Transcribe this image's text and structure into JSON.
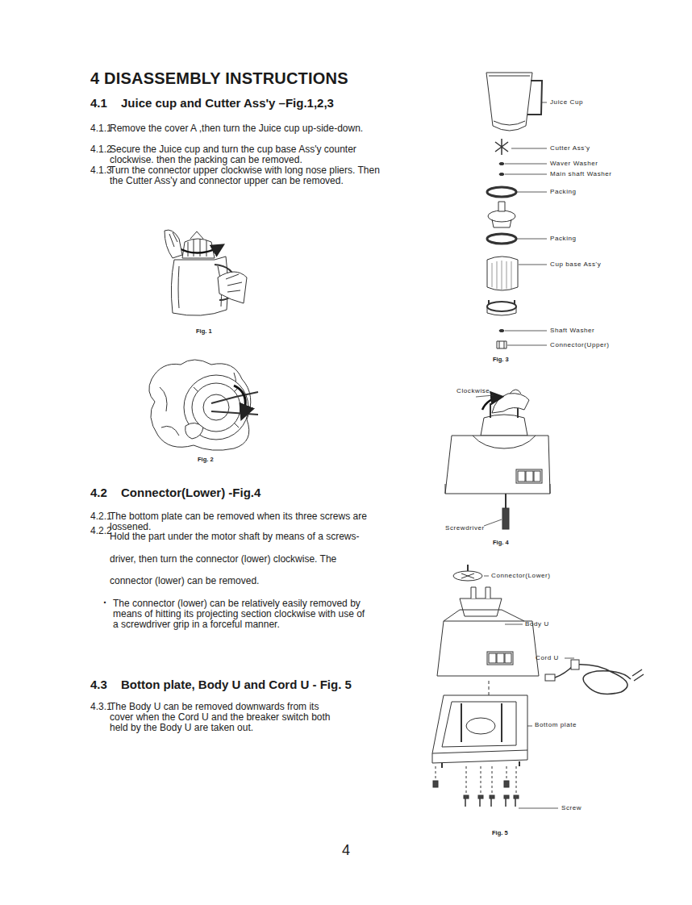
{
  "diagram": {
    "title": "4 DISASSEMBLY INSTRUCTIONS",
    "labels": [
      "4.1",
      "Juice cup and Cutter Ass'y –Fig.1,2,3",
      "4.1.1",
      "Remove the cover A ,then turn the Juice cup up-side-down.",
      "4.1.2",
      "Secure the Juice cup and turn the cup base Ass'y counter clockwise. then the packing can be removed.",
      "4.1.3",
      "Turn the connector upper clockwise with long nose pliers. Then the Cutter Ass'y and connector upper can be removed.",
      "Fig. 1",
      "Fig. 2",
      "Juice Cup",
      "Cutter Ass'y",
      "Waver Washer",
      "Main shaft Washer",
      "Packing",
      "Packing",
      "Cup base Ass'y",
      "Shaft Washer",
      "Connector(Upper)",
      "Fig. 3",
      "Clockwise",
      "Screwdriver",
      "Fig. 4",
      "4.2",
      "Connector(Lower) -Fig.4",
      "4.2.1",
      "The bottom plate can be removed when its three screws are lossened.",
      "4.2.2",
      "Hold the part under the motor shaft by means of a screws-driver, then turn the connector (lower) clockwise. The connector (lower) can be removed.",
      "·",
      "The connector (lower) can be relatively easily removed by means of hitting its projecting section clockwise with use of a screwdriver grip in a forceful manner.",
      "Connector(Lower)",
      "Body U",
      "Cord U",
      "4.3",
      "Botton plate, Body U and Cord U - Fig. 5",
      "4.3.1",
      "The Body U can be removed downwards from its cover when the Cord U and the breaker switch both held by the Body U are taken out.",
      "Bottom plate",
      "Screw",
      "Fig. 5",
      "4"
    ]
  }
}
